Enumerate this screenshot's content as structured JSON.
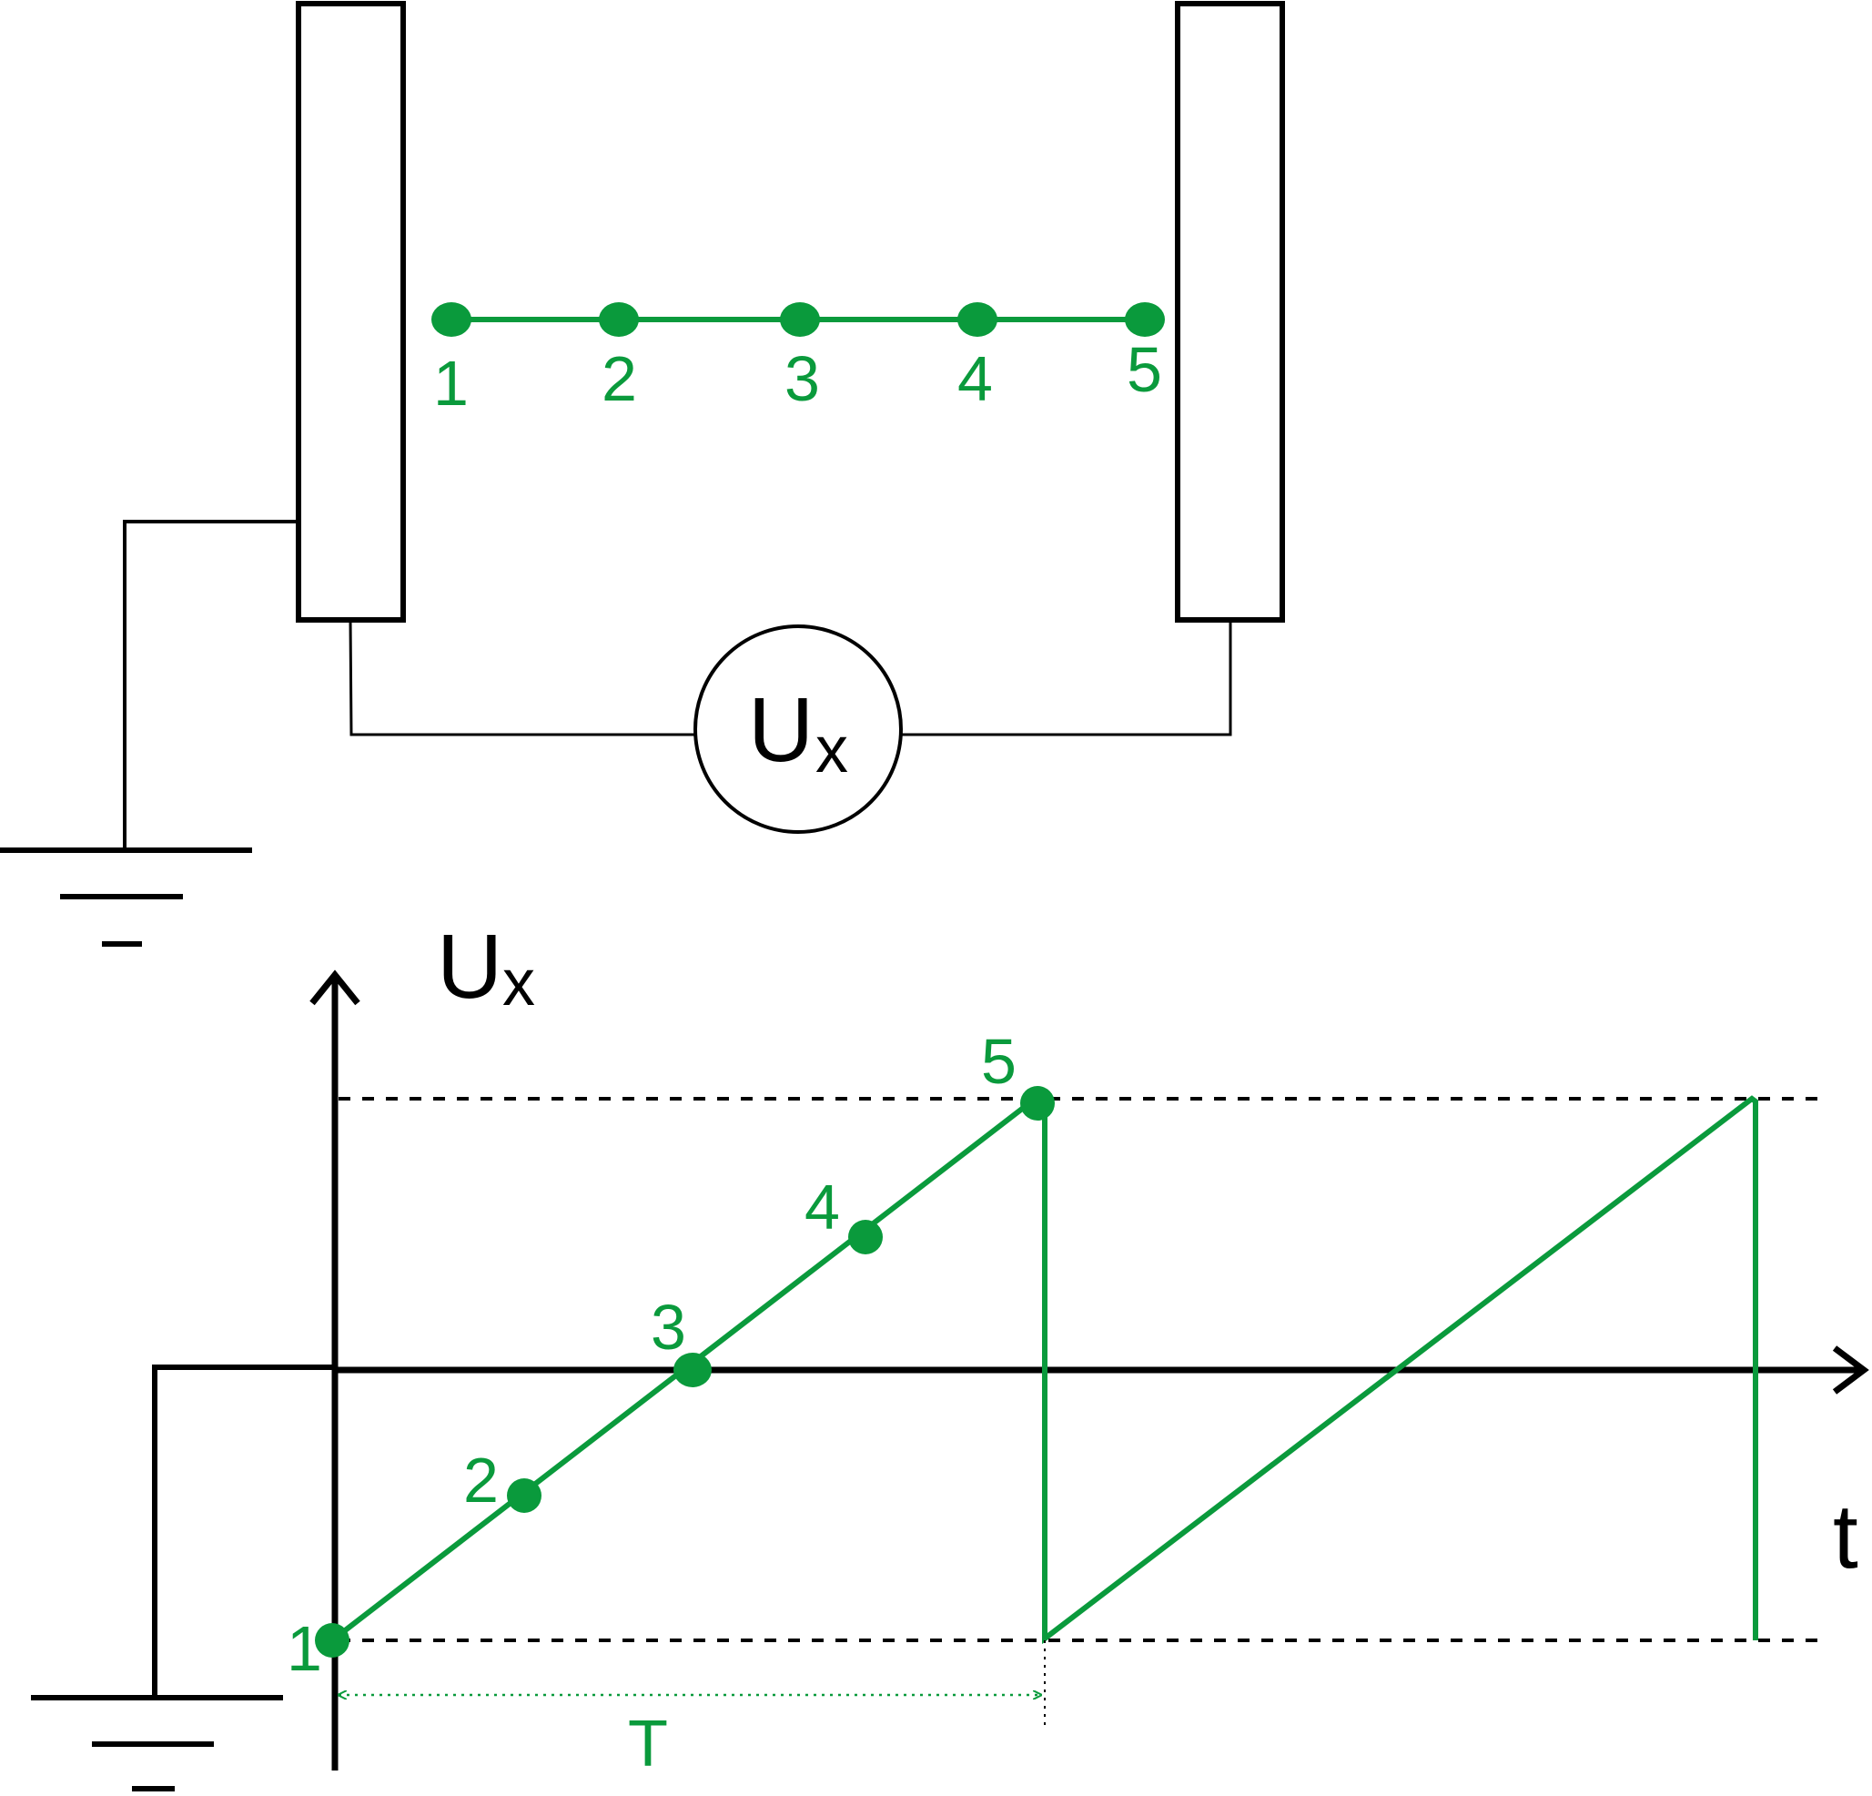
{
  "colors": {
    "structure": "#000000",
    "signal": "#0a9a3c",
    "background": "#ffffff"
  },
  "circuit": {
    "voltmeter": {
      "symbol": "U",
      "subscript": "x"
    },
    "nodes": [
      "1",
      "2",
      "3",
      "4",
      "5"
    ],
    "ground_icon": "ground-icon"
  },
  "graph": {
    "y_axis": {
      "symbol": "U",
      "subscript": "x"
    },
    "x_axis": {
      "label": "t"
    },
    "period": {
      "label": "T"
    },
    "points": [
      "1",
      "2",
      "3",
      "4",
      "5"
    ],
    "ground_icon": "ground-icon"
  }
}
